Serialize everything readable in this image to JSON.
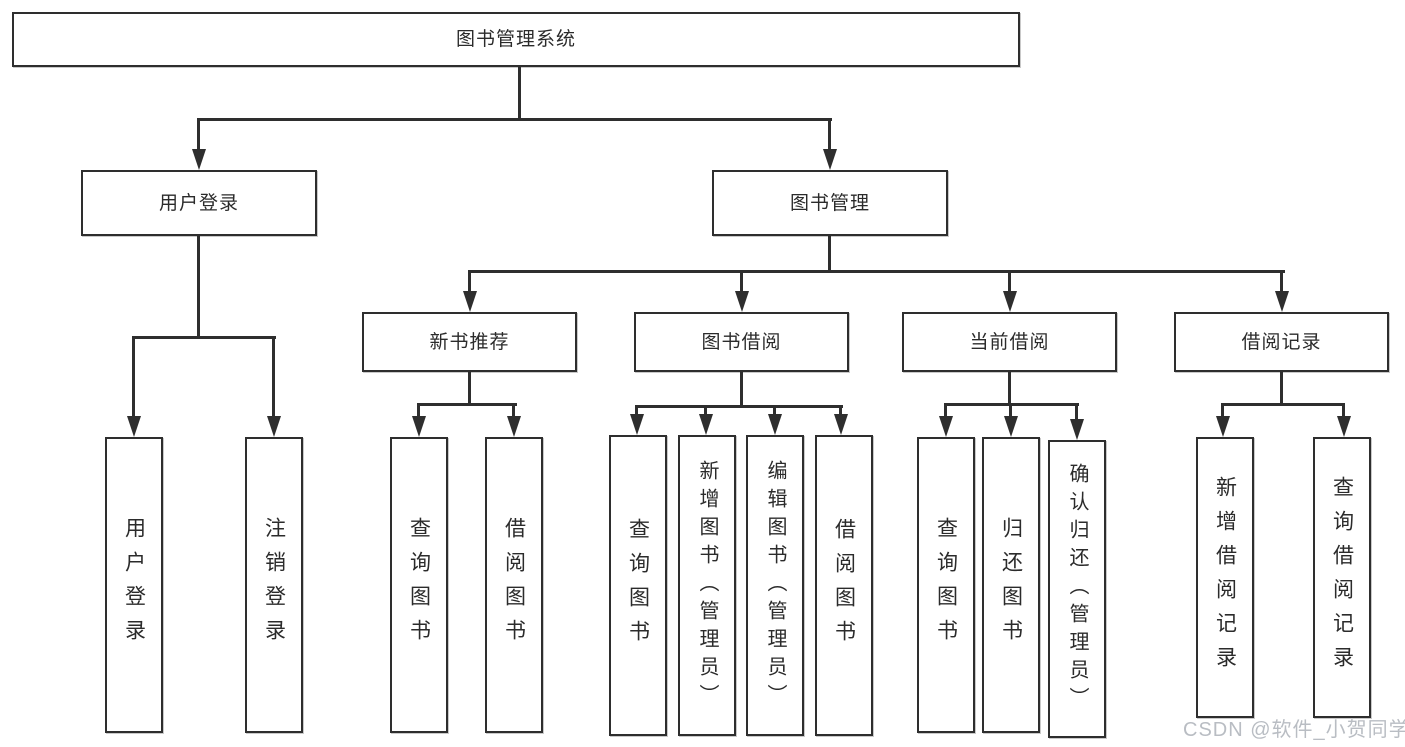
{
  "tree": {
    "label": "图书管理系统",
    "children": [
      {
        "label": "用户登录",
        "children": [
          {
            "label": "用户登录"
          },
          {
            "label": "注销登录"
          }
        ]
      },
      {
        "label": "图书管理",
        "children": [
          {
            "label": "新书推荐",
            "children": [
              {
                "label": "查询图书"
              },
              {
                "label": "借阅图书"
              }
            ]
          },
          {
            "label": "图书借阅",
            "children": [
              {
                "label": "查询图书"
              },
              {
                "label": "新增图书（管理员）"
              },
              {
                "label": "编辑图书（管理员）"
              },
              {
                "label": "借阅图书"
              }
            ]
          },
          {
            "label": "当前借阅",
            "children": [
              {
                "label": "查询图书"
              },
              {
                "label": "归还图书"
              },
              {
                "label": "确认归还（管理员）"
              }
            ]
          },
          {
            "label": "借阅记录",
            "children": [
              {
                "label": "新增借阅记录"
              },
              {
                "label": "查询借阅记录"
              }
            ]
          }
        ]
      }
    ]
  },
  "colors": {
    "line": "#2e2e2e",
    "box_border": "#2e2e2e",
    "text": "#2b2b2b",
    "background": "#ffffff",
    "watermark": "#b9bdc3"
  },
  "watermark": {
    "text": "CSDN @软件_小贺同学"
  }
}
